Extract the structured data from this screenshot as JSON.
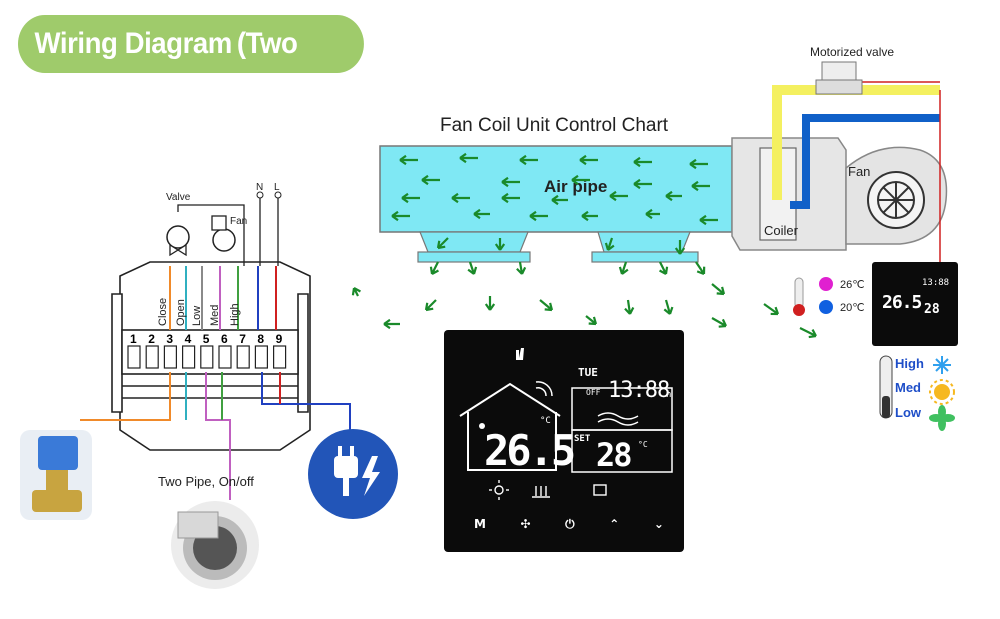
{
  "banner": {
    "title": "Wiring Diagram (Two tubes) :"
  },
  "chart": {
    "title": "Fan Coil Unit Control Chart",
    "air_pipe": "Air pipe",
    "coiler": "Coiler",
    "fan": "Fan",
    "motorized_valve": "Motorized valve"
  },
  "wiring": {
    "valve": "Valve",
    "fan": "Fan",
    "n": "N",
    "l": "L",
    "close": "Close",
    "open": "Open",
    "low": "Low",
    "med": "Med",
    "high": "High",
    "terminals": [
      "1",
      "2",
      "3",
      "4",
      "5",
      "6",
      "7",
      "8",
      "9"
    ],
    "caption": "Two Pipe, On/off"
  },
  "thermostat": {
    "day": "TUE",
    "off": "OFF",
    "time": "13:88",
    "time_suffix": "h",
    "temp": "26.5",
    "temp_unit": "°C",
    "set_label": "SET",
    "set_temp": "28",
    "set_unit": "°C",
    "buttons": [
      "M",
      "fan",
      "power",
      "up",
      "down"
    ]
  },
  "legend": {
    "hot": "26℃",
    "cold": "20℃",
    "high": "High",
    "med": "Med",
    "low": "Low",
    "hot_color": "#e020d0",
    "cold_color": "#1060e0"
  },
  "small_thermo": {
    "time": "13:88",
    "temp": "26.5",
    "set": "28"
  },
  "colors": {
    "banner": "#9fcb6b",
    "air_pipe": "#7fe8f4",
    "arrow": "#1a8a2a",
    "hot_pipe": "#f4f060",
    "cold_pipe": "#1060c8"
  }
}
